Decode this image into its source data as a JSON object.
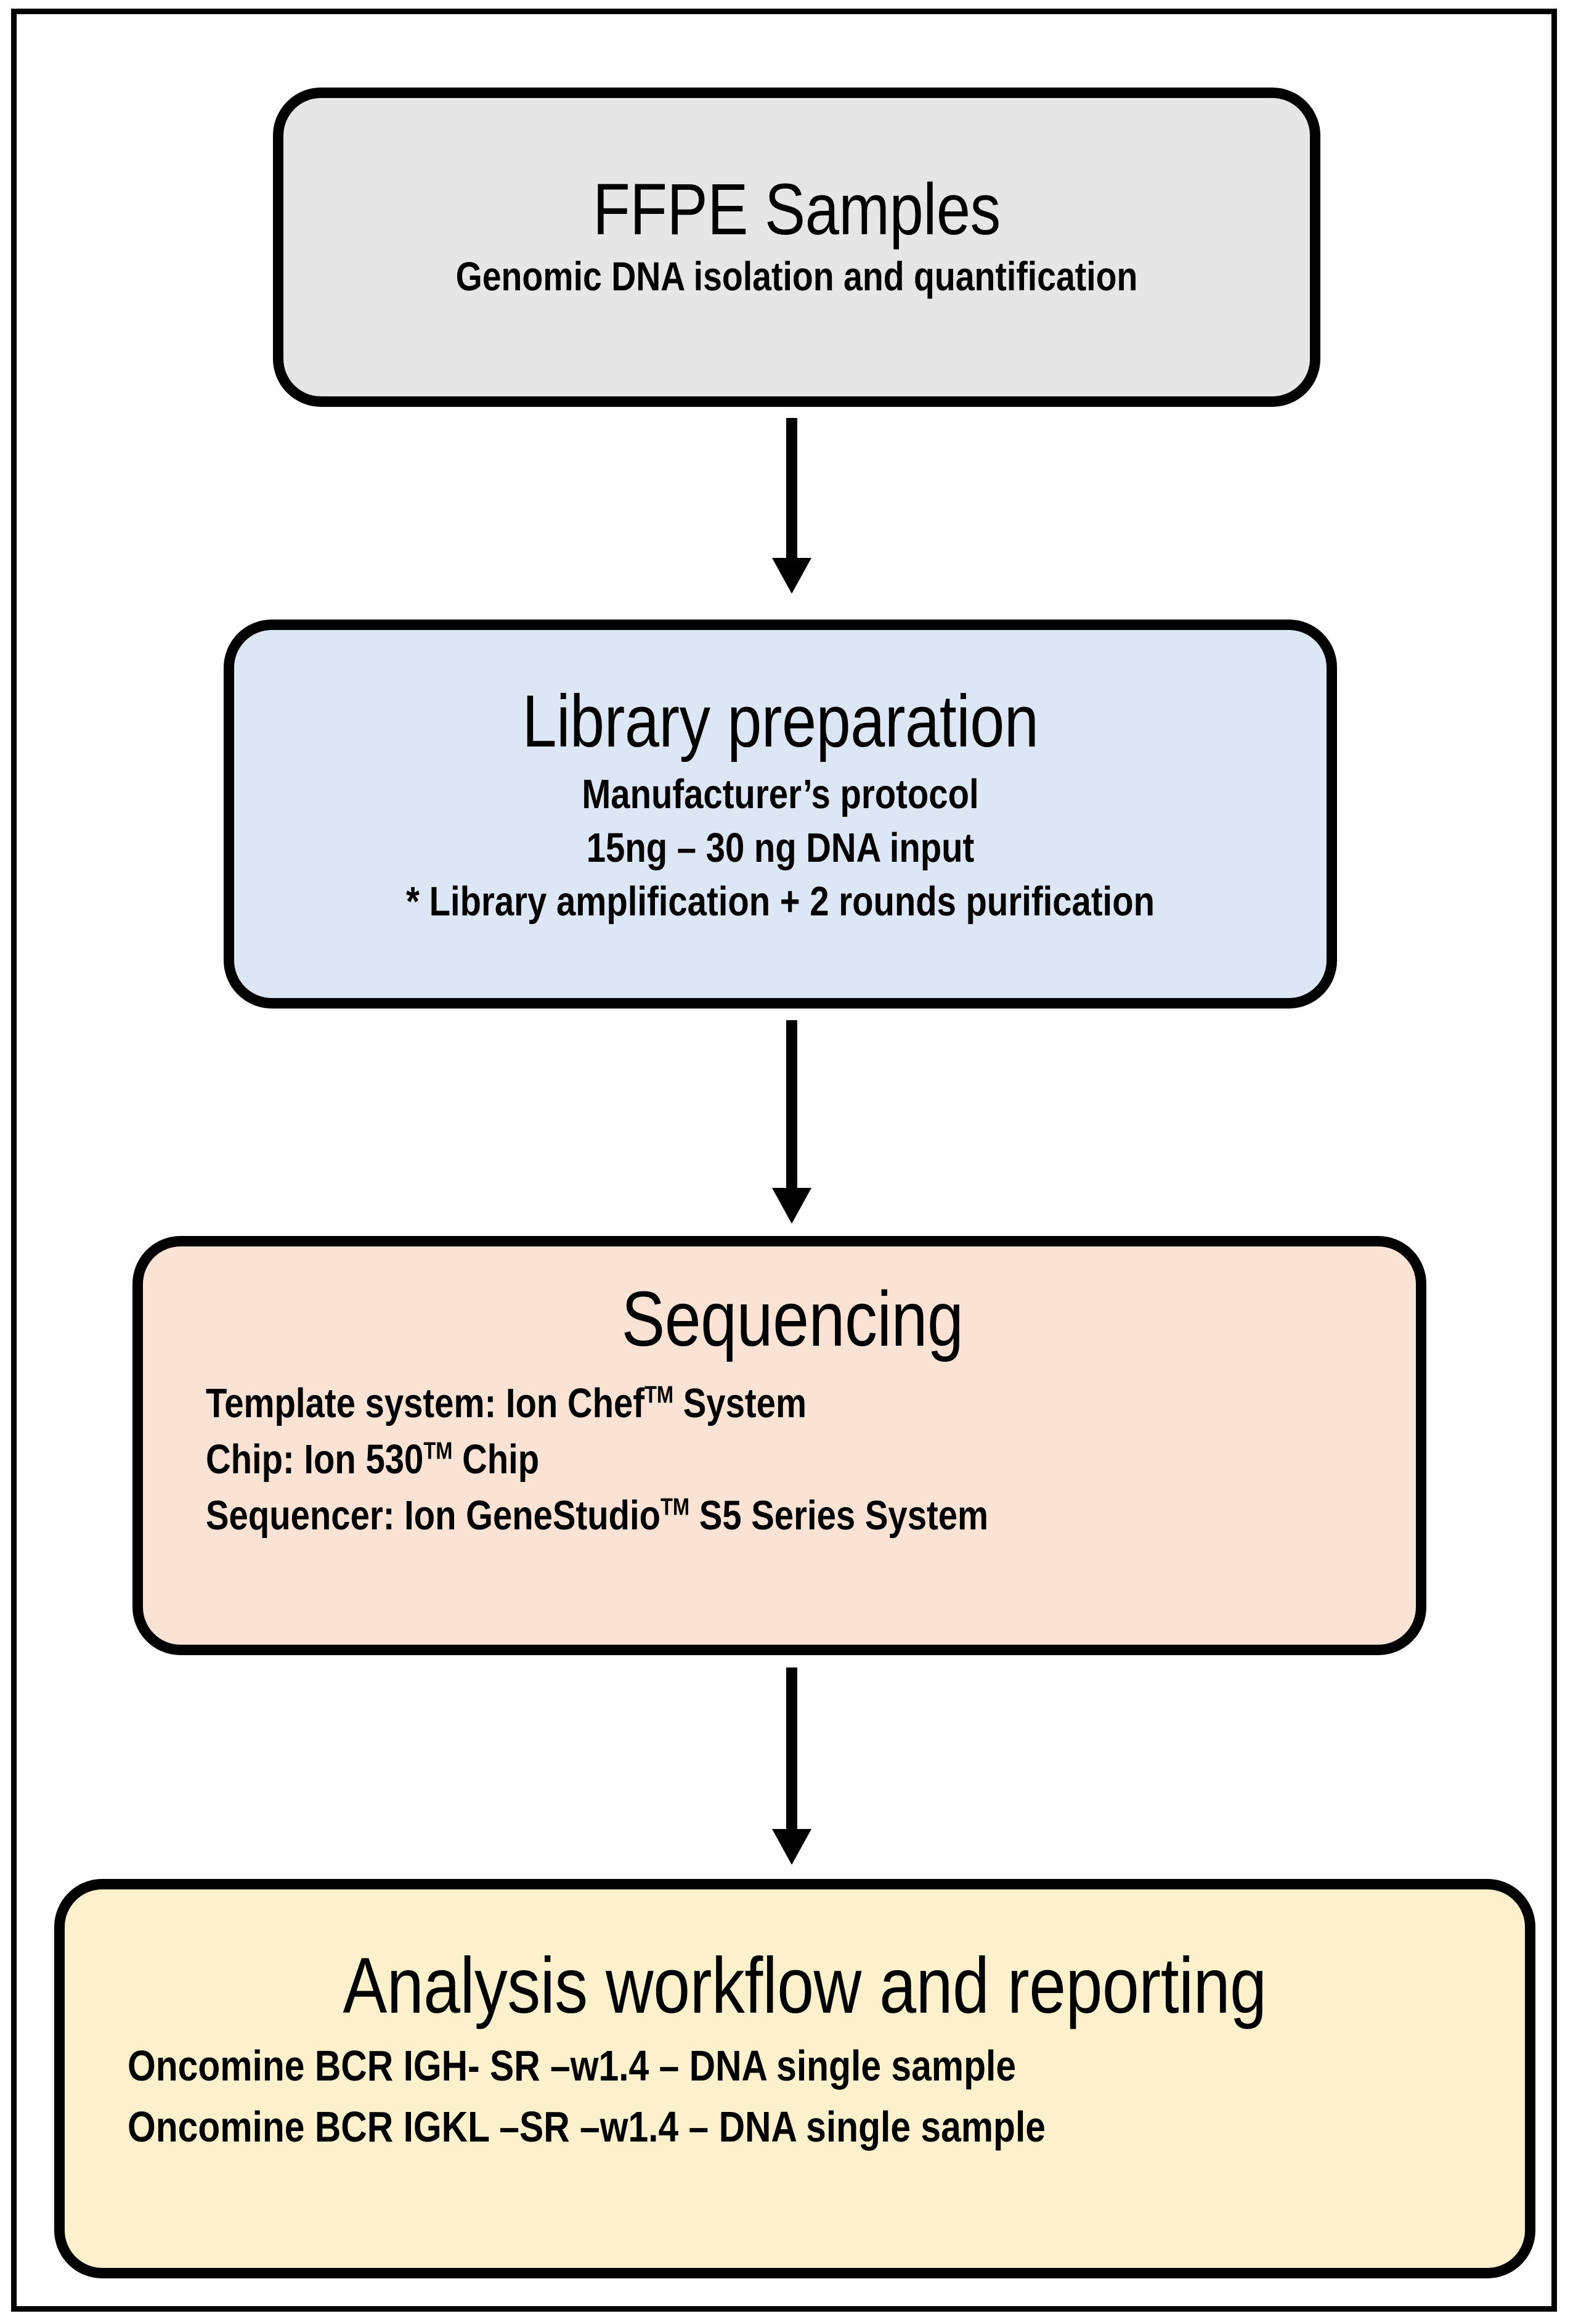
{
  "diagram": {
    "title": "NGS workflow flowchart",
    "colors": {
      "border": "#000000",
      "step1_fill": "#E6E6E6",
      "step2_fill": "#DDE6F5",
      "step3_fill": "#FAE3D5",
      "step4_fill": "#FDF0CC",
      "background": "#FFFFFF"
    },
    "steps": [
      {
        "id": "ffpe-samples",
        "title": "FFPE Samples",
        "lines": [
          "Genomic DNA isolation and quantification"
        ],
        "align": "center"
      },
      {
        "id": "library-preparation",
        "title": "Library preparation",
        "lines": [
          "Manufacturer’s protocol",
          "15ng  – 30 ng DNA input",
          "* Library amplification + 2 rounds purification"
        ],
        "align": "center"
      },
      {
        "id": "sequencing",
        "title": "Sequencing",
        "lines": [
          {
            "pre": "Template system: Ion Chef",
            "sup": "TM",
            "post": " System"
          },
          {
            "pre": "Chip: Ion 530",
            "sup": "TM",
            "post": " Chip"
          },
          {
            "pre": "Sequencer: Ion GeneStudio",
            "sup": "TM",
            "post": " S5 Series System"
          }
        ],
        "align": "left"
      },
      {
        "id": "analysis-workflow-and-reporting",
        "title": "Analysis workflow and reporting",
        "lines": [
          "Oncomine BCR IGH- SR –w1.4 – DNA single sample",
          "Oncomine BCR IGKL –SR –w1.4 – DNA single sample"
        ],
        "align": "left"
      }
    ],
    "connectors": [
      {
        "id": "arrow-ffpe-to-library",
        "from": "ffpe-samples",
        "to": "library-preparation",
        "direction": "down"
      },
      {
        "id": "arrow-library-to-sequencing",
        "from": "library-preparation",
        "to": "sequencing",
        "direction": "down"
      },
      {
        "id": "arrow-sequencing-to-analysis",
        "from": "sequencing",
        "to": "analysis-workflow-and-reporting",
        "direction": "down"
      }
    ]
  }
}
